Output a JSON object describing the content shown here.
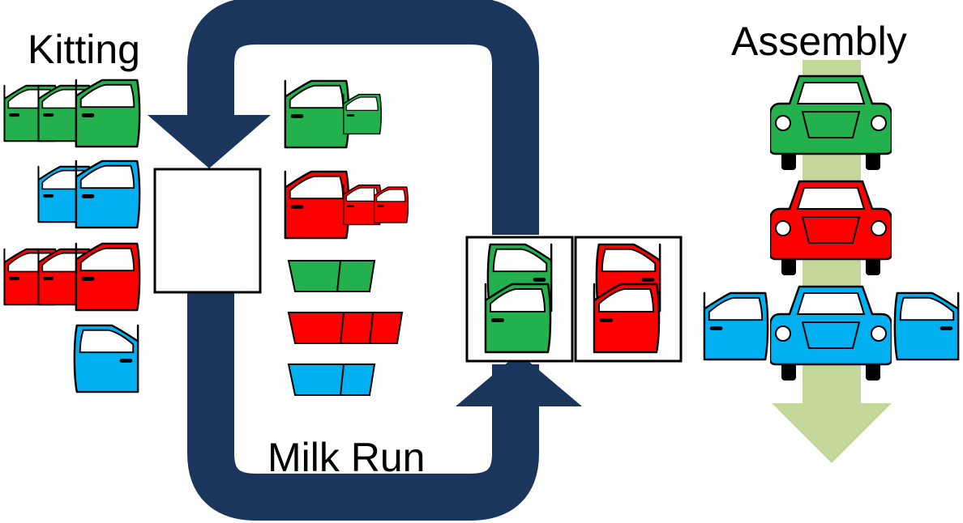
{
  "labels": {
    "kitting": "Kitting",
    "milk_run": "Milk Run",
    "assembly": "Assembly"
  },
  "colors": {
    "loop": "#1b365d",
    "green": "#22b14c",
    "red": "#ff0000",
    "blue": "#00b0f0",
    "assembly_arrow": "#c4d79b",
    "windshield": "#c0c0c0"
  },
  "icons": [
    "car-door-icon",
    "door-panel-icon",
    "car-front-icon",
    "kitting-station-box",
    "door-kit-box"
  ]
}
